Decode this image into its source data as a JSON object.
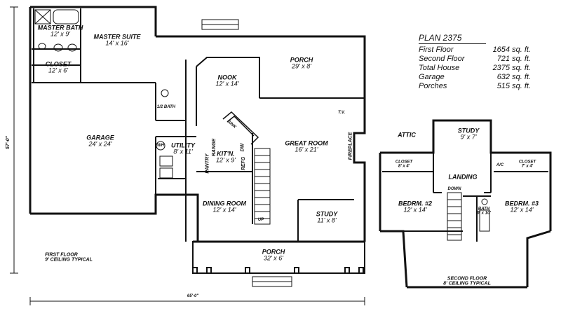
{
  "plan_title": "PLAN 2375",
  "stats": [
    {
      "label": "First Floor",
      "value": "1654 sq. ft."
    },
    {
      "label": "Second Floor",
      "value": "721 sq. ft."
    },
    {
      "label": "Total House",
      "value": "2375 sq. ft."
    },
    {
      "label": "Garage",
      "value": "632 sq. ft."
    },
    {
      "label": "Porches",
      "value": "515 sq. ft."
    }
  ],
  "first_floor": {
    "note_line1": "FIRST FLOOR",
    "note_line2": "9' CEILING TYPICAL",
    "overall_width": "65'-0\"",
    "overall_depth": "57'-0\"",
    "rooms": {
      "master_bath": {
        "name": "MASTER BATH",
        "dim": "12' x 9'"
      },
      "master_suite": {
        "name": "MASTER SUITE",
        "dim": "14' x 16'"
      },
      "closet": {
        "name": "CLOSET",
        "dim": "12' x 6'"
      },
      "half_bath": {
        "name": "1/2 BATH"
      },
      "garage": {
        "name": "GARAGE",
        "dim": "24' x 24'"
      },
      "utility": {
        "name": "UTILITY",
        "dim": "8' x 11'"
      },
      "nook": {
        "name": "NOOK",
        "dim": "12' x 14'"
      },
      "porch_rear": {
        "name": "PORCH",
        "dim": "29' x 8'"
      },
      "kitchen": {
        "name": "KIT'N.",
        "dim": "12' x 9'"
      },
      "great_room": {
        "name": "GREAT ROOM",
        "dim": "16' x 21'"
      },
      "dining_room": {
        "name": "DINING ROOM",
        "dim": "12' x 14'"
      },
      "study": {
        "name": "STUDY",
        "dim": "11' x 8'"
      },
      "porch_front": {
        "name": "PORCH",
        "dim": "32' x 6'"
      }
    },
    "fixtures": {
      "wh": "WH",
      "tv": "T.V.",
      "fireplace": "FIREPLACE",
      "pantry": "PANTRY",
      "range": "RANGE",
      "sink": "SINK",
      "dw": "DW",
      "refg": "REFG",
      "up": "UP"
    }
  },
  "second_floor": {
    "note_line1": "SECOND FLOOR",
    "note_line2": "8' CEILING TYPICAL",
    "rooms": {
      "attic": {
        "name": "ATTIC"
      },
      "study": {
        "name": "STUDY",
        "dim": "9' x 7'"
      },
      "closet_left": {
        "name": "CLOSET",
        "dim": "8' x 4'"
      },
      "closet_right": {
        "name": "CLOSET",
        "dim": "7' x 4'"
      },
      "landing": {
        "name": "LANDING"
      },
      "bedroom2": {
        "name": "BEDRM. #2",
        "dim": "12' x 14'"
      },
      "bedroom3": {
        "name": "BEDRM. #3",
        "dim": "12' x 14'"
      },
      "bath": {
        "name": "BATH",
        "dim": "6' x 10'"
      },
      "down": "DOWN",
      "ac": "A/C"
    }
  }
}
